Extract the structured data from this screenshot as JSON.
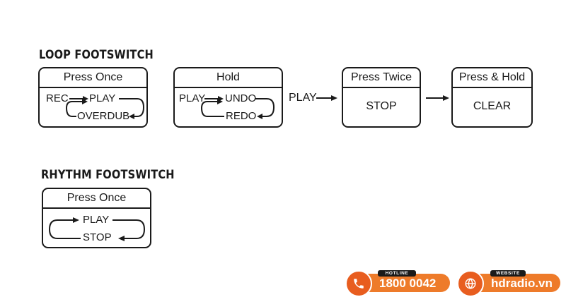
{
  "loop": {
    "title": "LOOP FOOTSWITCH",
    "press_once": {
      "head": "Press Once",
      "rec": "REC",
      "play": "PLAY",
      "overdub": "OVERDUB"
    },
    "hold": {
      "head": "Hold",
      "play": "PLAY",
      "undo": "UNDO",
      "redo": "REDO"
    },
    "play_arrow_label": "PLAY",
    "press_twice": {
      "head": "Press Twice",
      "body": "STOP"
    },
    "press_hold": {
      "head": "Press & Hold",
      "body": "CLEAR"
    }
  },
  "rhythm": {
    "title": "RHYTHM FOOTSWITCH",
    "press_once": {
      "head": "Press Once",
      "play": "PLAY",
      "stop": "STOP"
    }
  },
  "contact": {
    "hotline_caption": "HOTLINE",
    "hotline_number": "1800 0042",
    "website_caption": "WEBSITE",
    "website_url": "hdradio.vn",
    "brand_color": "#ee7b2a",
    "icons": [
      "phone-icon",
      "globe-icon"
    ]
  }
}
